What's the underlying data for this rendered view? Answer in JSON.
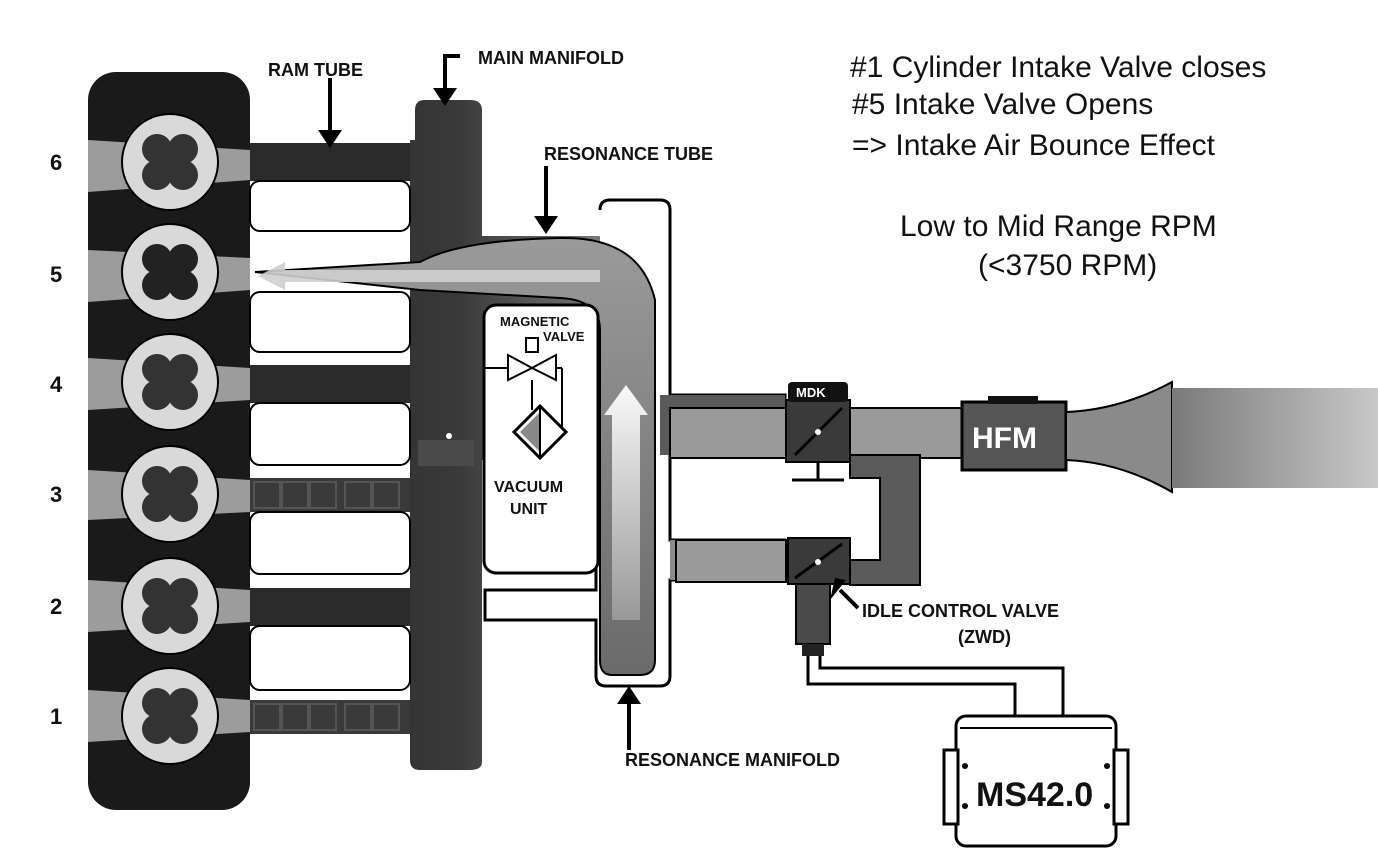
{
  "labels": {
    "ram_tube": "RAM TUBE",
    "main_manifold": "MAIN MANIFOLD",
    "resonance_tube": "RESONANCE TUBE",
    "resonance_manifold": "RESONANCE MANIFOLD",
    "magnetic_valve_line1": "MAGNETIC",
    "magnetic_valve_line2": "VALVE",
    "vacuum_unit_line1": "VACUUM",
    "vacuum_unit_line2": "UNIT",
    "mdk": "MDK",
    "hfm": "HFM",
    "idle_valve_line1": "IDLE CONTROL VALVE",
    "idle_valve_line2": "(ZWD)",
    "ecu": "MS42.0"
  },
  "notes": {
    "line1": "#1 Cylinder Intake Valve closes",
    "line2": "#5 Intake Valve Opens",
    "line3": "=> Intake Air Bounce Effect",
    "rpm_line1": "Low to Mid Range RPM",
    "rpm_line2": "(<3750 RPM)"
  },
  "cylinders": [
    "6",
    "5",
    "4",
    "3",
    "2",
    "1"
  ],
  "colors": {
    "engine_block": "#1a1a1a",
    "manifold_dark": "#2b2b2b",
    "airflow": "#aaaaaa",
    "background": "#ffffff"
  }
}
